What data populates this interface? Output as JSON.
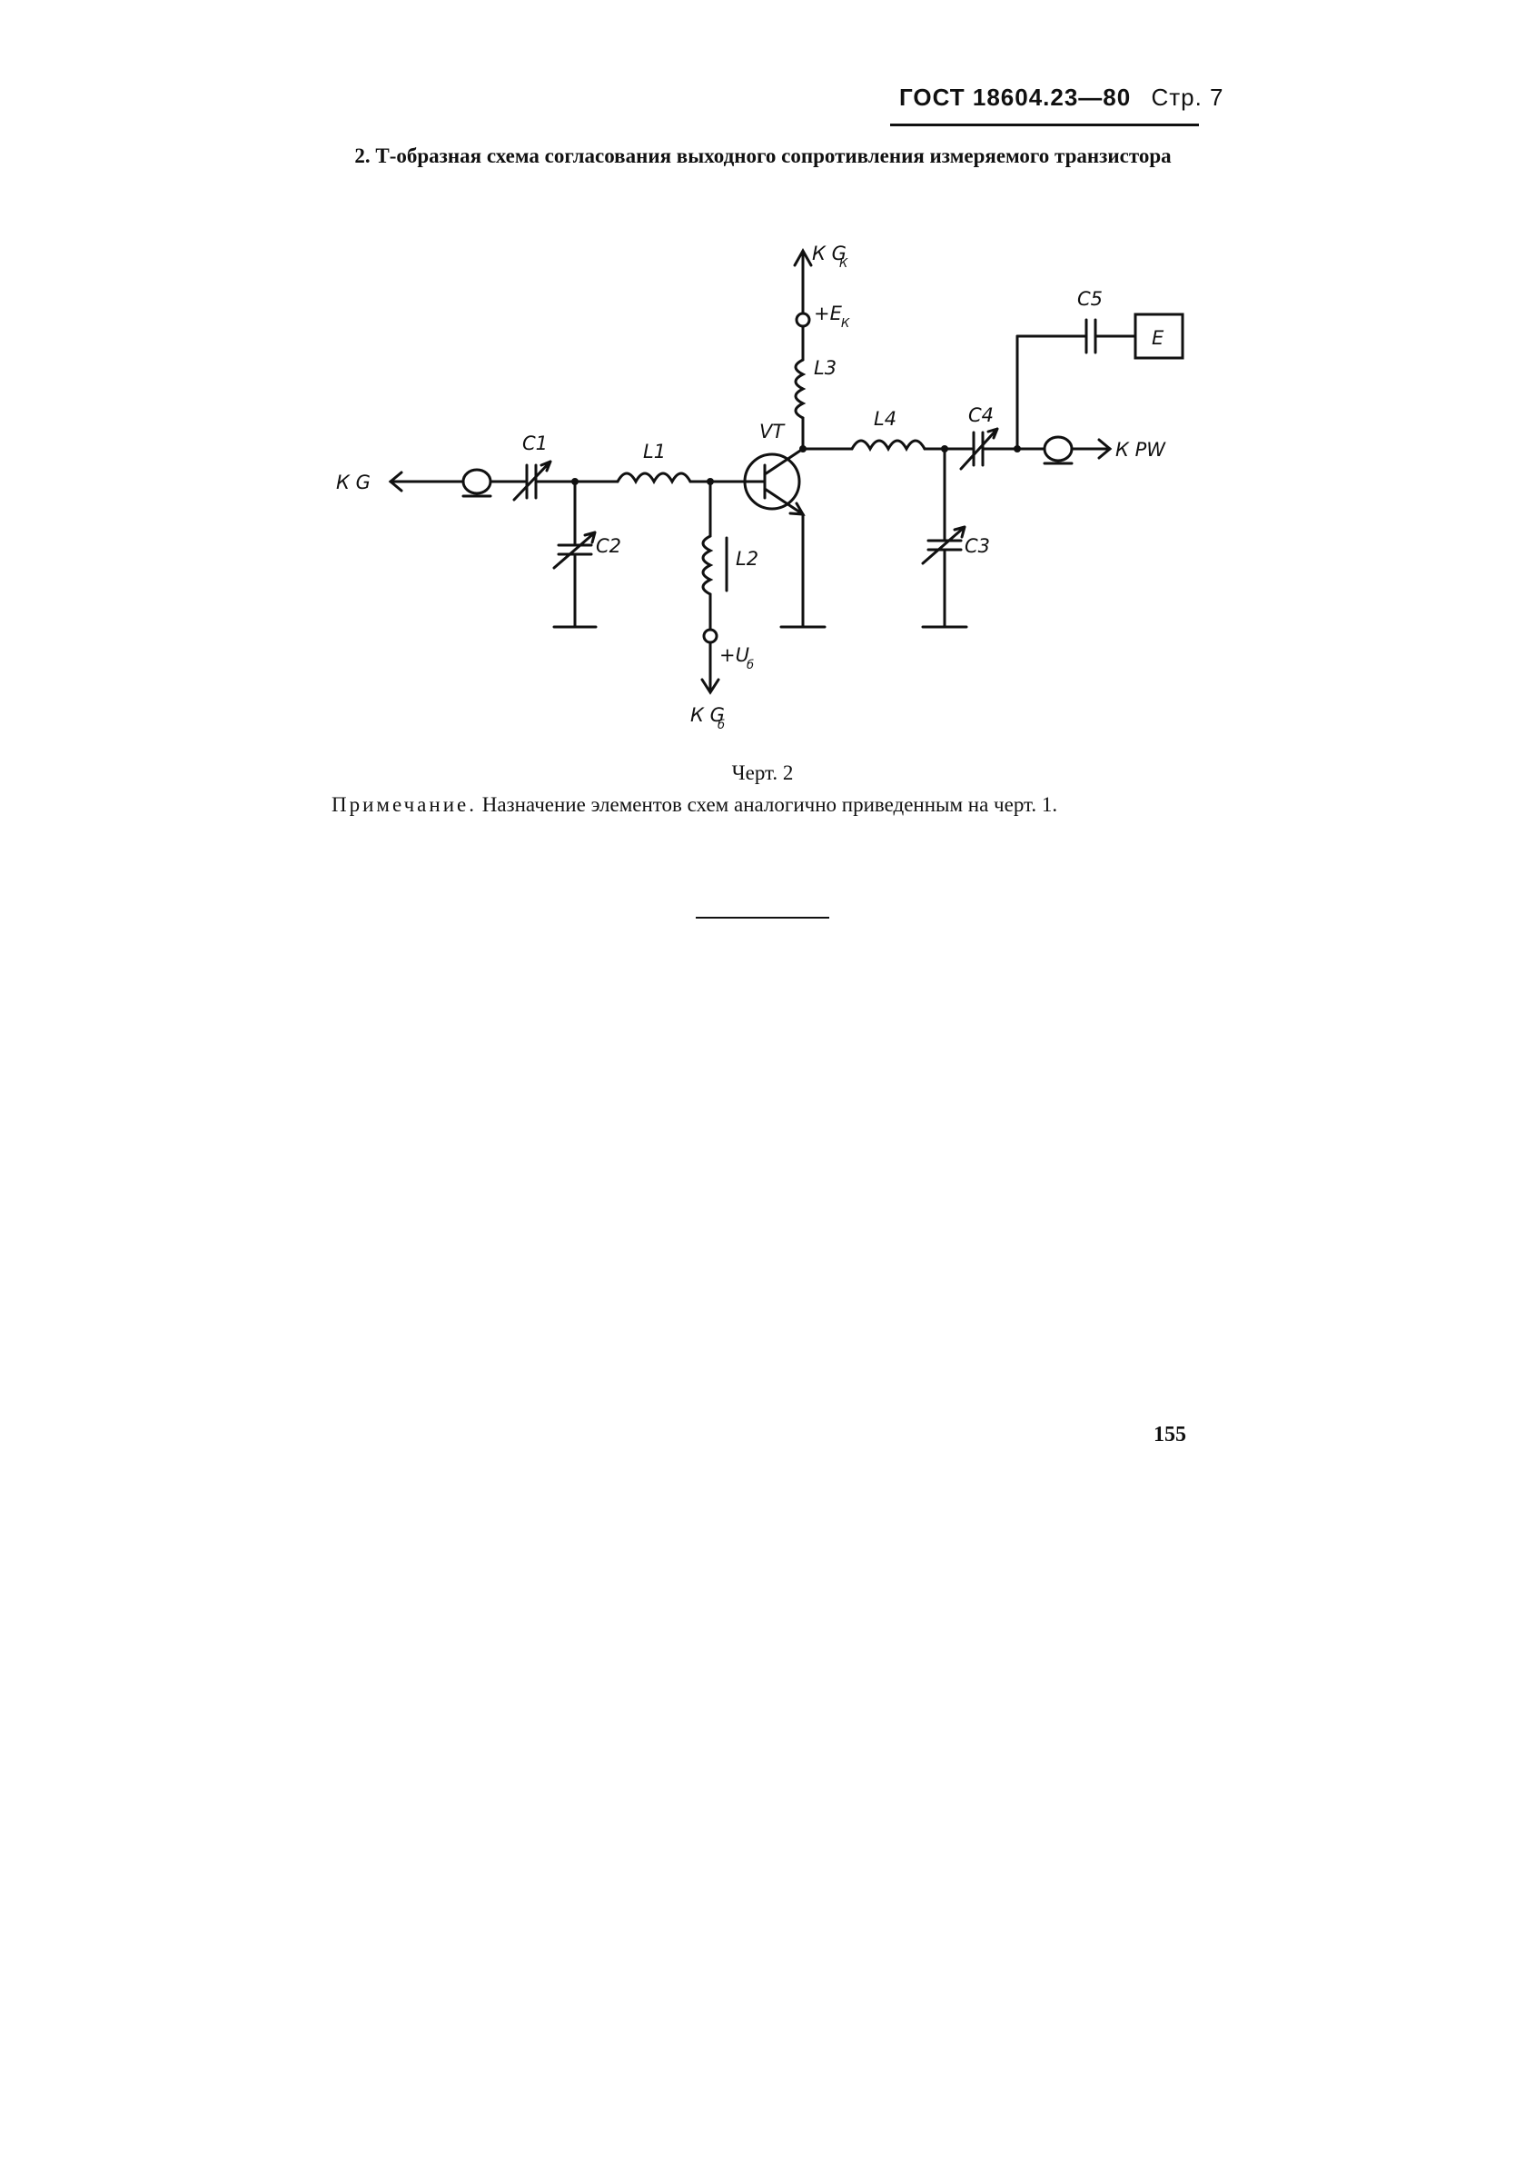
{
  "header": {
    "standard": "ГОСТ 18604.23—80",
    "page": "Стр. 7"
  },
  "heading": "2. Т-образная схема согласования выходного сопротивления измеряемого транзистора",
  "schematic": {
    "labels": {
      "to_g": "К G",
      "to_gk": "К G",
      "gk_sub": "К",
      "ek": "+E",
      "ek_sub": "К",
      "l3": "L3",
      "vt": "VT",
      "l4": "L4",
      "c4": "C4",
      "c5": "C5",
      "e": "E",
      "to_pw": "К PW",
      "c1": "C1",
      "l1": "L1",
      "c2": "C2",
      "l2": "L2",
      "c3": "C3",
      "ub": "+U",
      "ub_sub": "б",
      "to_gb": "К G",
      "gb_sub": "б"
    }
  },
  "caption": "Черт. 2",
  "note": {
    "lead": "Примечание.",
    "text": " Назначение элементов схем аналогично приведенным на черт. 1."
  },
  "page_number": "155"
}
